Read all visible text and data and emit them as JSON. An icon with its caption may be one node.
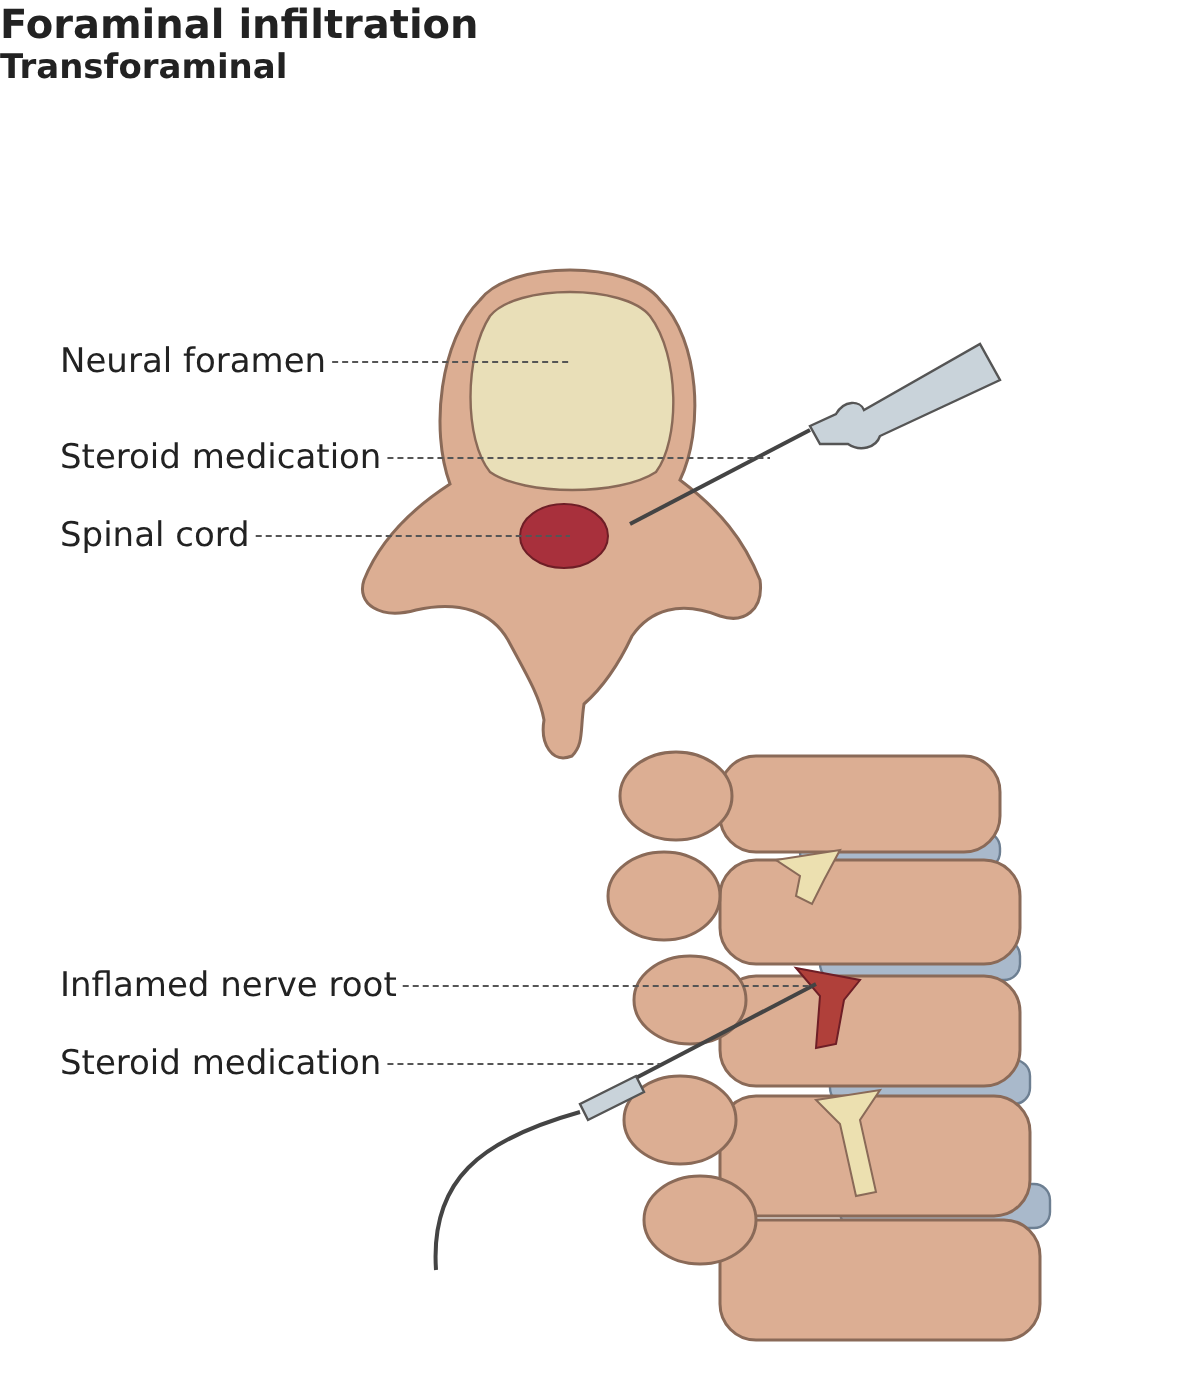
{
  "diagram": {
    "title": "Foraminal infiltration",
    "nodes": [
      {
        "text": [
          "Neural foramen"
        ]
      },
      {
        "text": [
          "Steroid medication"
        ]
      },
      {
        "text": [
          "Spinal cord"
        ]
      },
      {
        "text": [
          "Inflamed nerve root"
        ]
      },
      {
        "text": [
          "Steroid medication"
        ]
      }
    ],
    "edges": [
      {
        "from": 0,
        "to": null,
        "arrow": "none",
        "style": "dashed"
      },
      {
        "from": 1,
        "to": null,
        "arrow": "none",
        "style": "dashed"
      },
      {
        "from": 2,
        "to": null,
        "arrow": "none",
        "style": "dashed"
      },
      {
        "from": 3,
        "to": null,
        "arrow": "none",
        "style": "dashed"
      },
      {
        "from": 4,
        "to": null,
        "arrow": "none",
        "style": "dashed"
      }
    ],
    "labels": [
      "Transforaminal"
    ]
  }
}
